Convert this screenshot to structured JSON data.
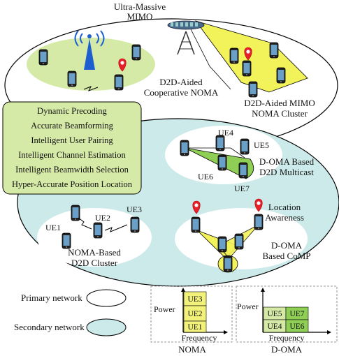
{
  "top": {
    "massive_mimo_line1": "Ultra-Massive",
    "massive_mimo_line2": "MIMO"
  },
  "primary": {
    "coop_noma_line1": "D2D-Aided",
    "coop_noma_line2": "Cooperative NOMA",
    "mimo_noma_line1": "D2D-Aided MIMO",
    "mimo_noma_line2": "NOMA Cluster"
  },
  "features": [
    "Dynamic Precoding",
    "Accurate Beamforming",
    "Intelligent User Pairing",
    "Intelligent Channel Estimation",
    "Intelligent Beamwidth Selection",
    "Hyper-Accurate Position Location"
  ],
  "secondary": {
    "multicast_ue": [
      "UE4",
      "UE5",
      "UE6",
      "UE7"
    ],
    "multicast_line1": "D-OMA Based",
    "multicast_line2": "D2D Multicast",
    "cluster_ue": [
      "UE1",
      "UE2",
      "UE3"
    ],
    "cluster_line1": "NOMA-Based",
    "cluster_line2": "D2D Cluster",
    "location_line1": "Location",
    "location_line2": "Awareness",
    "comp_line1": "D-OMA",
    "comp_line2": "Based CoMP"
  },
  "legend": {
    "primary": "Primary network",
    "secondary": "Secondary network"
  },
  "noma_chart": {
    "ylabel": "Power",
    "xlabel": "Frequency",
    "caption": "NOMA",
    "blocks": [
      "UE3",
      "UE2",
      "UE1"
    ]
  },
  "doma_chart": {
    "ylabel": "Power",
    "xlabel": "Frequency",
    "caption": "D-OMA",
    "blocks": [
      "UE5",
      "UE7",
      "UE4",
      "UE6"
    ]
  },
  "colors": {
    "primary_fill": "#ffffff",
    "secondary_fill": "#cdeaea",
    "light_green": "#d6eaa8",
    "yellow": "#f2f25a",
    "block_green": "#c6e3a0",
    "block_yellow": "#f2f27a",
    "block_dark_green": "#8fcf55",
    "pin_red": "#e8202a"
  }
}
